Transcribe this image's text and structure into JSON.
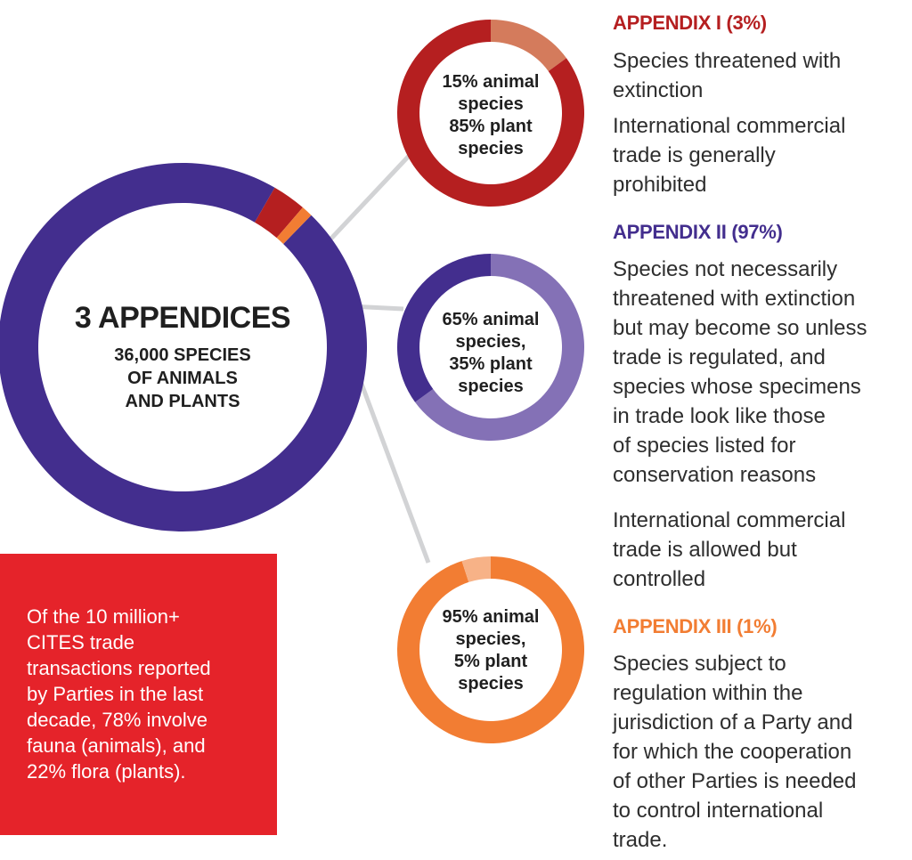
{
  "center": {
    "title": "3 APPENDICES",
    "subtitle_lines": [
      "36,000 SPECIES",
      "OF ANIMALS",
      "AND PLANTS"
    ]
  },
  "info_box": {
    "text_lines": [
      "Of the 10 million+",
      "CITES trade",
      "transactions reported",
      "by Parties in the last",
      "decade, 78% involve",
      "fauna (animals), and",
      "22% flora (plants)."
    ]
  },
  "colors": {
    "appendix_1": "#b51f20",
    "appendix_1_light": "#d47b5c",
    "appendix_2": "#432e8e",
    "appendix_2_light": "#8471b6",
    "appendix_3": "#f27d33",
    "appendix_3_light": "#f7b287",
    "connector": "#d2d3d5",
    "info_box": "#e5232a"
  },
  "chart_data": [
    {
      "type": "pie",
      "title": "3 APPENDICES",
      "categories": [
        "APPENDIX I",
        "APPENDIX II",
        "APPENDIX III"
      ],
      "values": [
        3,
        97,
        1
      ],
      "units": "%"
    },
    {
      "type": "pie",
      "categories": [
        "animal species",
        "plant species"
      ],
      "values": [
        15,
        85
      ],
      "label_lines": [
        "15% animal",
        "species",
        "85% plant",
        "species"
      ]
    },
    {
      "type": "pie",
      "categories": [
        "animal species",
        "plant species"
      ],
      "values": [
        65,
        35
      ],
      "label_lines": [
        "65% animal",
        "species,",
        "35% plant",
        "species"
      ]
    },
    {
      "type": "pie",
      "categories": [
        "animal species",
        "plant species"
      ],
      "values": [
        95,
        5
      ],
      "label_lines": [
        "95% animal",
        "species,",
        "5% plant",
        "species"
      ]
    }
  ],
  "sections": [
    {
      "heading": "APPENDIX I (3%)",
      "paragraphs": [
        [
          "Species threatened with",
          "extinction"
        ],
        [
          "International commercial",
          "trade is generally",
          "prohibited"
        ]
      ]
    },
    {
      "heading": "APPENDIX II (97%)",
      "paragraphs": [
        [
          "Species not necessarily",
          "threatened with extinction",
          "but may become so unless",
          "trade is regulated, and",
          "species whose specimens",
          "in trade look like those",
          "of species listed for",
          "conservation reasons"
        ],
        [
          "International commercial",
          "trade is allowed but",
          "controlled"
        ]
      ]
    },
    {
      "heading": "APPENDIX III (1%)",
      "paragraphs": [
        [
          "Species subject to",
          "regulation within the",
          "jurisdiction of a Party and",
          "for which the cooperation",
          "of other Parties is needed",
          "to control international",
          "trade."
        ]
      ]
    }
  ]
}
